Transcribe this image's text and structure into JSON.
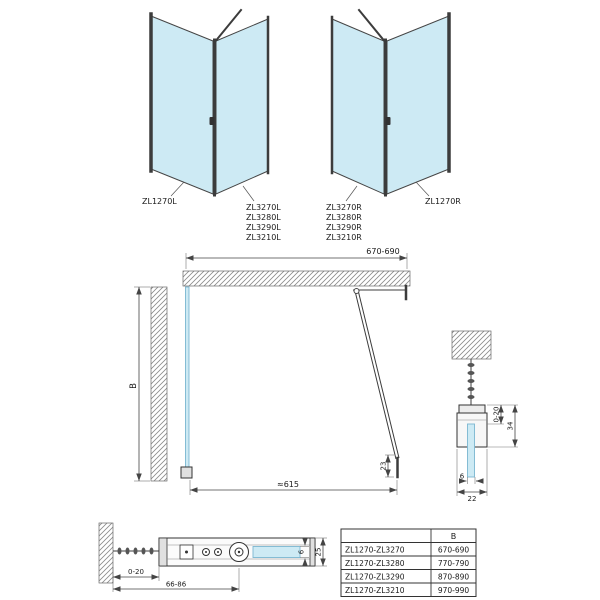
{
  "colors": {
    "glass": "#cdeaf4",
    "glass_edge": "#7ab6d0",
    "line": "#3c3c3c"
  },
  "views": {
    "left": {
      "side_label": "ZL1270L",
      "door_labels": [
        "ZL3270L",
        "ZL3280L",
        "ZL3290L",
        "ZL3210L"
      ]
    },
    "right": {
      "side_label": "ZL1270R",
      "door_labels": [
        "ZL3270R",
        "ZL3280R",
        "ZL3290R",
        "ZL3210R"
      ]
    }
  },
  "plan": {
    "width": "670-690",
    "depth": "B",
    "clear_width": "≈615",
    "profile": "23"
  },
  "wall_section": {
    "adjust": "0-20",
    "height": "34",
    "glass": "6",
    "width": "22"
  },
  "front_section": {
    "adjust": "0-20",
    "range": "66-86",
    "glass": "6",
    "height": "25"
  },
  "table": {
    "header": "B",
    "rows": [
      {
        "model": "ZL1270-ZL3270",
        "b": "670-690"
      },
      {
        "model": "ZL1270-ZL3280",
        "b": "770-790"
      },
      {
        "model": "ZL1270-ZL3290",
        "b": "870-890"
      },
      {
        "model": "ZL1270-ZL3210",
        "b": "970-990"
      }
    ]
  }
}
